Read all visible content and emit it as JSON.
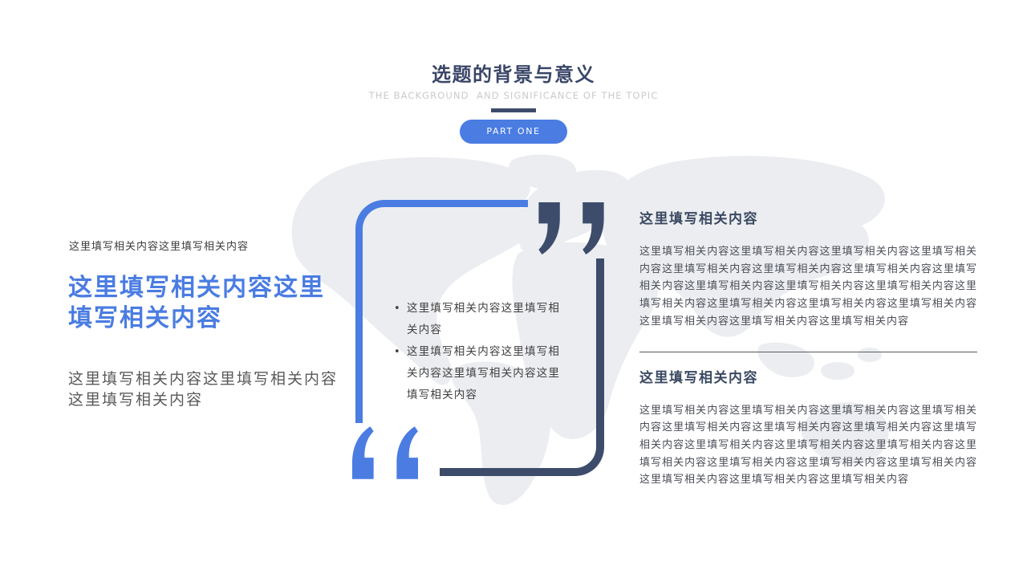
{
  "header": {
    "title": "选题的背景与意义",
    "subtitle": "THE BACKGROUND  AND SIGNIFICANCE OF THE TOPIC",
    "part_label": "PART ONE"
  },
  "left": {
    "intro": "这里填写相关内容这里填写相关内容",
    "headline": "这里填写相关内容这里填写相关内容",
    "paragraph": "这里填写相关内容这里填写相关内容这里填写相关内容"
  },
  "quote": {
    "bullet_marker": "•",
    "bullets": [
      "这里填写相关内容这里填写相关内容",
      "这里填写相关内容这里填写相关内容这里填写相关内容这里填写相关内容"
    ]
  },
  "right": {
    "sections": [
      {
        "heading": "这里填写相关内容",
        "body": "这里填写相关内容这里填写相关内容这里填写相关内容这里填写相关内容这里填写相关内容这里填写相关内容这里填写相关内容这里填写相关内容这里填写相关内容这里填写相关内容这里填写相关内容这里填写相关内容这里填写相关内容这里填写相关内容这里填写相关内容这里填写相关内容这里填写相关内容这里填写相关内容"
      },
      {
        "heading": "这里填写相关内容",
        "body": "这里填写相关内容这里填写相关内容这里填写相关内容这里填写相关内容这里填写相关内容这里填写相关内容这里填写相关内容这里填写相关内容这里填写相关内容这里填写相关内容这里填写相关内容这里填写相关内容这里填写相关内容这里填写相关内容这里填写相关内容这里填写相关内容这里填写相关内容这里填写相关内容"
      }
    ]
  },
  "colors": {
    "accent_blue": "#4a7ce2",
    "navy": "#3d4c6b",
    "title_navy": "#3a4668",
    "subtitle_gray": "#c9cacd",
    "body_gray": "#4c4e57",
    "map_gray": "#ebedf0"
  }
}
